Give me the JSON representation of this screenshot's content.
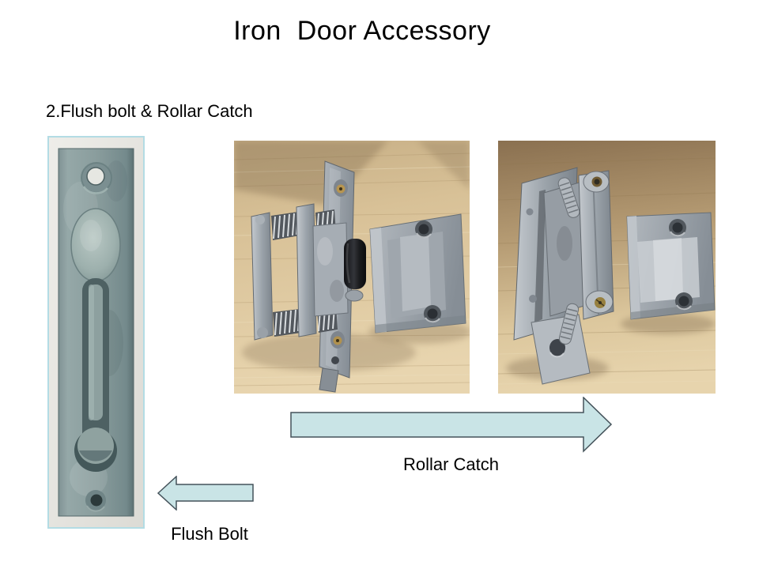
{
  "slide": {
    "title": "Iron  Door Accessory",
    "section_heading": "2.Flush bolt & Rollar Catch",
    "callouts": {
      "rollar_catch": "Rollar Catch",
      "flush_bolt": "Flush Bolt"
    },
    "colors": {
      "background": "#ffffff",
      "text": "#000000",
      "arrow_fill": "#c9e4e6",
      "arrow_outline": "#44525a",
      "photo_frame": "#b3dce4"
    },
    "images": {
      "flush_bolt_photo": "flush-bolt-product-photo",
      "rollar_catch_front_photo": "rollar-catch-product-photo-front",
      "rollar_catch_back_photo": "rollar-catch-product-photo-back"
    }
  }
}
